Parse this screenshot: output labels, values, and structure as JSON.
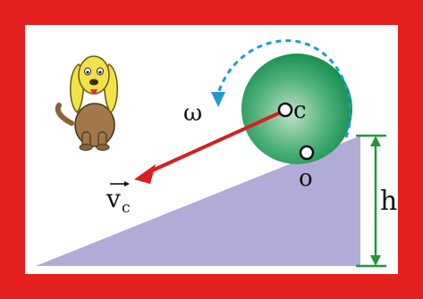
{
  "labels": {
    "omega": "ω",
    "center": "c",
    "contact": "o",
    "velocity_symbol": "v",
    "velocity_subscript": "c",
    "height": "h"
  },
  "colors": {
    "border": "#e4201f",
    "background": "#ffffff",
    "incline": "#b1acd7",
    "ball_light": "#bfe0c6",
    "ball_dark": "#0f8a48",
    "velocity_arrow": "#d81e1e",
    "rotation_arrow": "#1d9ad6",
    "height_marker": "#1b9a3a",
    "dog_fur": "#f2e24a",
    "dog_body": "#a27749"
  },
  "icons": {
    "mascot": "dog-icon"
  }
}
